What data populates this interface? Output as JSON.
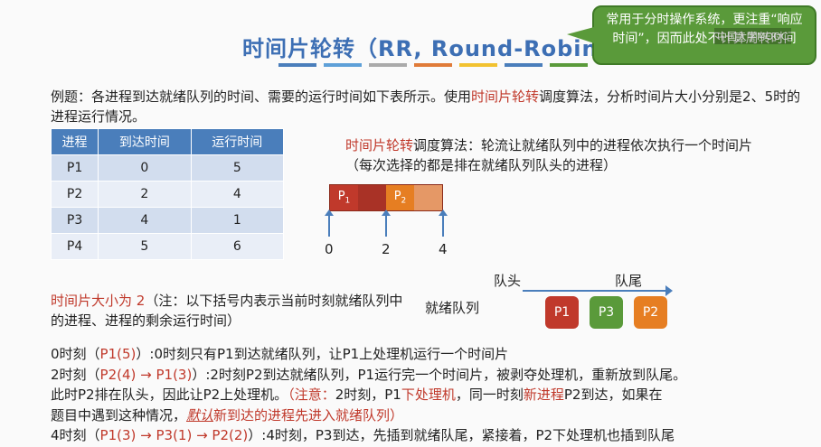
{
  "title": "时间片轮转（RR, Round-Robin）",
  "title_strip_colors": [
    "#4a7ebb",
    "#5ea0d8",
    "#aaaaaa",
    "#e07b39",
    "#f2c230",
    "#4a7ebb",
    "#5a9a3a"
  ],
  "callout": {
    "text": "常用于分时操作系统，更注重“响应时间”，因而此处不计算周转时间",
    "color": "#5a9a3a"
  },
  "watermark": "中国大学MOOC",
  "intro": {
    "p1": "例题：各进程到达就绪队列的时间、需要的运行时间如下表所示。使用",
    "highlight": "时间片轮转",
    "p2": "调度算法，分析时间片大小分别是2、5时的进程运行情况。"
  },
  "table": {
    "headers": [
      "进程",
      "到达时间",
      "运行时间"
    ],
    "rows": [
      [
        "P1",
        "0",
        "5"
      ],
      [
        "P2",
        "2",
        "4"
      ],
      [
        "P3",
        "4",
        "1"
      ],
      [
        "P4",
        "5",
        "6"
      ]
    ]
  },
  "algo": {
    "highlight": "时间片轮转",
    "text": "调度算法：轮流让就绪队列中的进程依次执行一个时间片（每次选择的都是排在就绪队列队头的进程）"
  },
  "gantt": {
    "segments": [
      {
        "label": "P1",
        "sub": "1",
        "color": "#c0392b"
      },
      {
        "label": "",
        "sub": "",
        "color": "#a93226"
      },
      {
        "label": "P2",
        "sub": "2",
        "color": "#e67e22"
      },
      {
        "label": "",
        "sub": "",
        "color": "#e59866"
      }
    ],
    "ticks": [
      "0",
      "2",
      "4"
    ]
  },
  "qsize": {
    "red": "时间片大小为 2",
    "text": "（注：以下括号内表示当前时刻就绪队列中的进程、进程的剩余运行时间）"
  },
  "queue": {
    "label": "就绪队列",
    "head": "队头",
    "tail": "队尾",
    "items": [
      {
        "name": "P1",
        "color": "#c0392b"
      },
      {
        "name": "P3",
        "color": "#5a9a3a"
      },
      {
        "name": "P2",
        "color": "#e67e22"
      }
    ]
  },
  "steps": {
    "s1_a": "0时刻（",
    "s1_q": "P1(5)",
    "s1_b": "）:0时刻只有P1到达就绪队列，让P1上处理机运行一个时间片",
    "s2_a": "2时刻（",
    "s2_q": "P2(4) → P1(3)",
    "s2_b": "）:2时刻P2到达就绪队列，P1运行完一个时间片，被剥夺处理机，重新放到队尾。",
    "s3_a": "此时P2排在队头，因此让P2上处理机。",
    "s3_note": "（注意：",
    "s3_b": "2时刻，P1",
    "s3_r1": "下处理机",
    "s3_c": "，同一时刻",
    "s3_r2": "新进程",
    "s3_d": "P2到达，如果在",
    "s4_a": "题目中遇到这种情况，",
    "s4_italic": "默认",
    "s4_red": "新到达的进程先进入就绪队列",
    "s4_b": "）",
    "s5_a": "4时刻（",
    "s5_q": "P1(3) → P3(1) → P2(2)",
    "s5_b": "）:4时刻，P3到达，先插到就绪队尾，紧接着，P2下处理机也插到队尾"
  }
}
